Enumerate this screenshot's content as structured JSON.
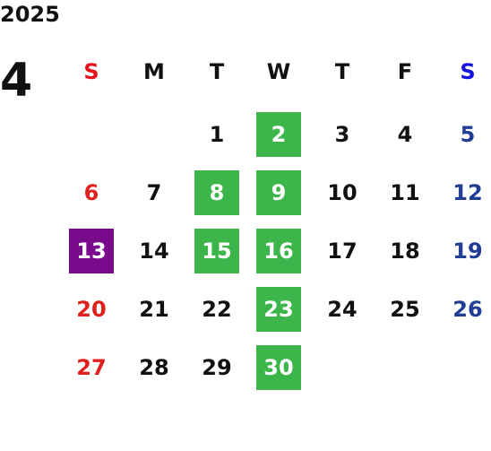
{
  "calendar": {
    "year": "2025",
    "month": "4",
    "weekdays": [
      {
        "label": "S",
        "color": "#e8141c"
      },
      {
        "label": "M",
        "color": "#111111"
      },
      {
        "label": "T",
        "color": "#111111"
      },
      {
        "label": "W",
        "color": "#111111"
      },
      {
        "label": "T",
        "color": "#111111"
      },
      {
        "label": "F",
        "color": "#111111"
      },
      {
        "label": "S",
        "color": "#1414e0"
      }
    ],
    "weeks": [
      [
        "",
        "",
        "1",
        "2",
        "3",
        "4",
        "5"
      ],
      [
        "6",
        "7",
        "8",
        "9",
        "10",
        "11",
        "12"
      ],
      [
        "13",
        "14",
        "15",
        "16",
        "17",
        "18",
        "19"
      ],
      [
        "20",
        "21",
        "22",
        "23",
        "24",
        "25",
        "26"
      ],
      [
        "27",
        "28",
        "29",
        "30",
        "",
        "",
        ""
      ]
    ],
    "highlighted_days": [
      "2",
      "8",
      "9",
      "15",
      "16",
      "23",
      "30"
    ],
    "selected_day": "13",
    "colors": {
      "highlight": "#3cb54a",
      "selected": "#7a0a8c",
      "sunday": "#e0201c",
      "saturday": "#1f3d94"
    }
  }
}
